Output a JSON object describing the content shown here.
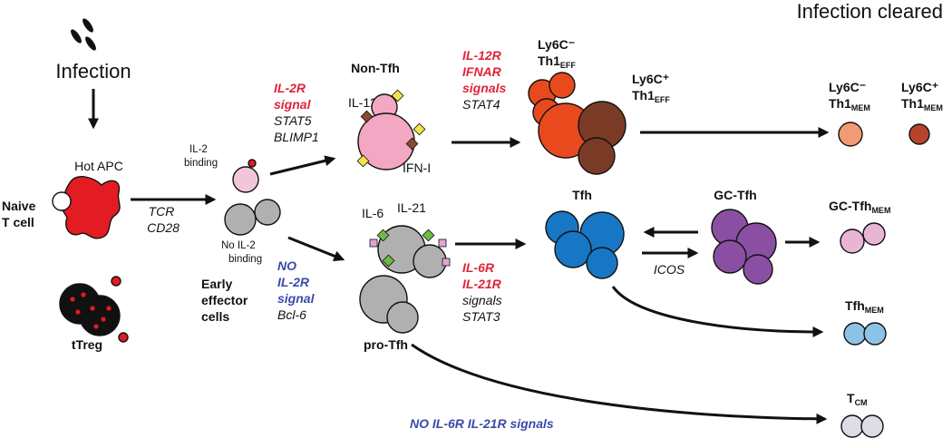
{
  "top_label": "Infection cleared",
  "infection": "Infection",
  "hot_apc": "Hot APC",
  "naive": {
    "line1": "Naive",
    "line2": "T cell"
  },
  "ttreg": "tTreg",
  "tcr": "TCR",
  "cd28": "CD28",
  "il2_binding": {
    "line1": "IL-2",
    "line2": "binding"
  },
  "no_il2_binding": {
    "line1": "No IL-2",
    "line2": "binding"
  },
  "early": {
    "line1": "Early",
    "line2": "effector",
    "line3": "cells"
  },
  "il2r_signal": {
    "line1": "IL-2R",
    "line2": "signal",
    "line3": "STAT5",
    "line4": "BLIMP1"
  },
  "no_il2r": {
    "line1": "NO",
    "line2": "IL-2R",
    "line3": "signal",
    "line4": "Bcl-6"
  },
  "non_tfh": "Non-Tfh",
  "il12": "IL-12",
  "ifn1": "IFN-I",
  "il6": "IL-6",
  "il21": "IL-21",
  "pro_tfh": "pro-Tfh",
  "il12r": {
    "line1": "IL-12R",
    "line2": "IFNAR",
    "line3": "signals",
    "line4": "STAT4"
  },
  "ly6c_neg_eff": {
    "main1": "Ly6C⁻",
    "main2": "Th1",
    "sub": "EFF"
  },
  "ly6c_pos_eff": {
    "main1": "Ly6C⁺",
    "main2": "Th1",
    "sub": "EFF"
  },
  "ly6c_neg_mem": {
    "main1": "Ly6C⁻",
    "main2": "Th1",
    "sub": "MEM"
  },
  "ly6c_pos_mem": {
    "main1": "Ly6C⁺",
    "main2": "Th1",
    "sub": "MEM"
  },
  "tfh": "Tfh",
  "gc_tfh": "GC-Tfh",
  "icos": "ICOS",
  "il6r": {
    "line1": "IL-6R",
    "line2": "IL-21R",
    "line3": "signals",
    "line4": "STAT3"
  },
  "gc_tfh_mem": {
    "main": "GC-Tfh",
    "sub": "MEM"
  },
  "tfh_mem": {
    "main": "Tfh",
    "sub": "MEM"
  },
  "tcm": {
    "main": "T",
    "sub": "CM"
  },
  "no_il6r": "NO IL-6R IL-21R signals",
  "colors": {
    "apc_red": "#e31b23",
    "il2_pink": "#f2c6d8",
    "grey": "#b0b0b0",
    "pink": "#f4a7c2",
    "orange": "#e84a1e",
    "brown": "#7a3b26",
    "blue": "#1877c4",
    "purple": "#8a4fa2",
    "light_pink": "#e9b5d4",
    "light_blue": "#8ec3e8",
    "salmon": "#f19a76",
    "rust": "#b5442b",
    "pale_grey": "#dcdde6"
  }
}
